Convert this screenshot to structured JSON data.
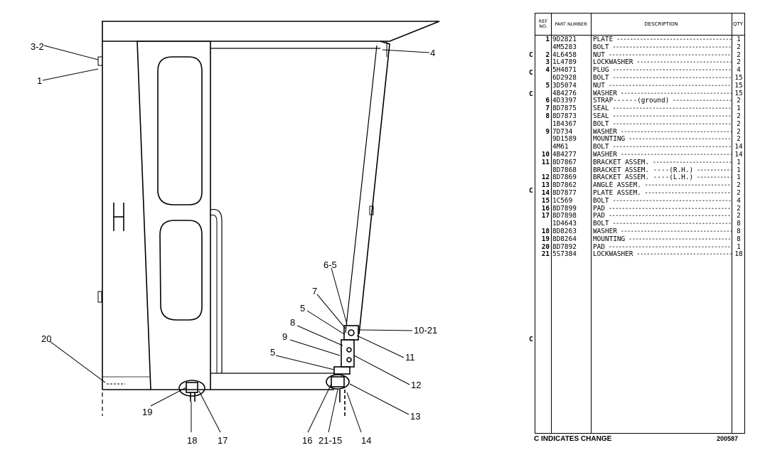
{
  "callouts": {
    "c3_2": "3-2",
    "c1": "1",
    "c4": "4",
    "c20": "20",
    "c6_5": "6-5",
    "c7": "7",
    "c5a": "5",
    "c8": "8",
    "c9": "9",
    "c5b": "5",
    "c10_21": "10-21",
    "c11": "11",
    "c12": "12",
    "c13": "13",
    "c19": "19",
    "c18": "18",
    "c17": "17",
    "c16": "16",
    "c21_15": "21-15",
    "c14": "14"
  },
  "table": {
    "headers": {
      "ref": "REF NO.",
      "part": "PART NUMBER",
      "desc": "DESCRIPTION",
      "qty": "QTY"
    },
    "rows": [
      {
        "ref": "1",
        "part": "9D2821",
        "desc": "PLATE",
        "qty": "1"
      },
      {
        "ref": "",
        "part": "4M5283",
        "desc": "BOLT",
        "qty": "2"
      },
      {
        "ref": "2",
        "part": "4L6458",
        "desc": "NUT",
        "qty": "2"
      },
      {
        "ref": "3",
        "part": "1L4789",
        "desc": "LOCKWASHER",
        "qty": "2"
      },
      {
        "ref": "4",
        "part": "5H4871",
        "desc": "PLUG",
        "qty": "4"
      },
      {
        "ref": "",
        "part": "6D2928",
        "desc": "BOLT",
        "qty": "15"
      },
      {
        "ref": "5",
        "part": "3D5074",
        "desc": "NUT",
        "qty": "15"
      },
      {
        "ref": "",
        "part": "4B4276",
        "desc": "WASHER",
        "qty": "15"
      },
      {
        "ref": "6",
        "part": "4D3397",
        "desc": "STRAP------(ground)",
        "qty": "2"
      },
      {
        "ref": "7",
        "part": "8D7875",
        "desc": "SEAL",
        "qty": "1"
      },
      {
        "ref": "8",
        "part": "8D7873",
        "desc": "SEAL",
        "qty": "2"
      },
      {
        "ref": "",
        "part": "1B4367",
        "desc": "BOLT",
        "qty": "2"
      },
      {
        "ref": "9",
        "part": "7D734",
        "desc": "WASHER",
        "qty": "2"
      },
      {
        "ref": "",
        "part": "9D1589",
        "desc": "MOUNTING",
        "qty": "2"
      },
      {
        "ref": "",
        "part": "4M61",
        "desc": "BOLT",
        "qty": "14"
      },
      {
        "ref": "10",
        "part": "4B4277",
        "desc": "WASHER",
        "qty": "14"
      },
      {
        "ref": "11",
        "part": "8D7867",
        "desc": "BRACKET ASSEM.",
        "qty": "1"
      },
      {
        "ref": "",
        "part": "8D7868",
        "desc": "BRACKET ASSEM. ----(R.H.)",
        "qty": "1"
      },
      {
        "ref": "12",
        "part": "8D7869",
        "desc": "BRACKET ASSEM. ----(L.H.)",
        "qty": "1"
      },
      {
        "ref": "13",
        "part": "8D7862",
        "desc": "ANGLE ASSEM.",
        "qty": "2"
      },
      {
        "ref": "14",
        "part": "8D7877",
        "desc": "PLATE ASSEM.",
        "qty": "2"
      },
      {
        "ref": "15",
        "part": "1C569",
        "desc": "BOLT",
        "qty": "4"
      },
      {
        "ref": "16",
        "part": "8D7899",
        "desc": "PAD",
        "qty": "2"
      },
      {
        "ref": "17",
        "part": "8D7898",
        "desc": "PAD",
        "qty": "2"
      },
      {
        "ref": "",
        "part": "1D4643",
        "desc": "BOLT",
        "qty": "8"
      },
      {
        "ref": "18",
        "part": "8D8263",
        "desc": "WASHER",
        "qty": "8"
      },
      {
        "ref": "19",
        "part": "8D8264",
        "desc": "MOUNTING",
        "qty": "8"
      },
      {
        "ref": "20",
        "part": "8D7892",
        "desc": "PAD",
        "qty": "1"
      },
      {
        "ref": "21",
        "part": "5S7384",
        "desc": "LOCKWASHER",
        "qty": "18"
      }
    ],
    "change_marks": [
      "C",
      "C",
      "C",
      "C",
      "C"
    ]
  },
  "footer": {
    "note": "C INDICATES CHANGE",
    "code": "200587"
  }
}
